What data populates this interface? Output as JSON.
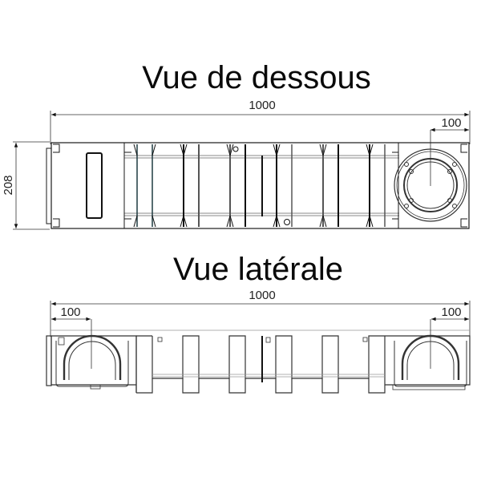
{
  "views": {
    "bottom": {
      "title": "Vue de dessous",
      "dimensions": {
        "overall_length": "1000",
        "outlet_offset": "100",
        "width": "208"
      }
    },
    "side": {
      "title": "Vue latérale",
      "dimensions": {
        "overall_length": "1000",
        "left_outlet_offset": "100",
        "right_outlet_offset": "100"
      }
    }
  },
  "colors": {
    "background": "#ffffff",
    "line": "#1a1a1a",
    "thin_line": "#555555",
    "text": "#0a0a0a"
  }
}
